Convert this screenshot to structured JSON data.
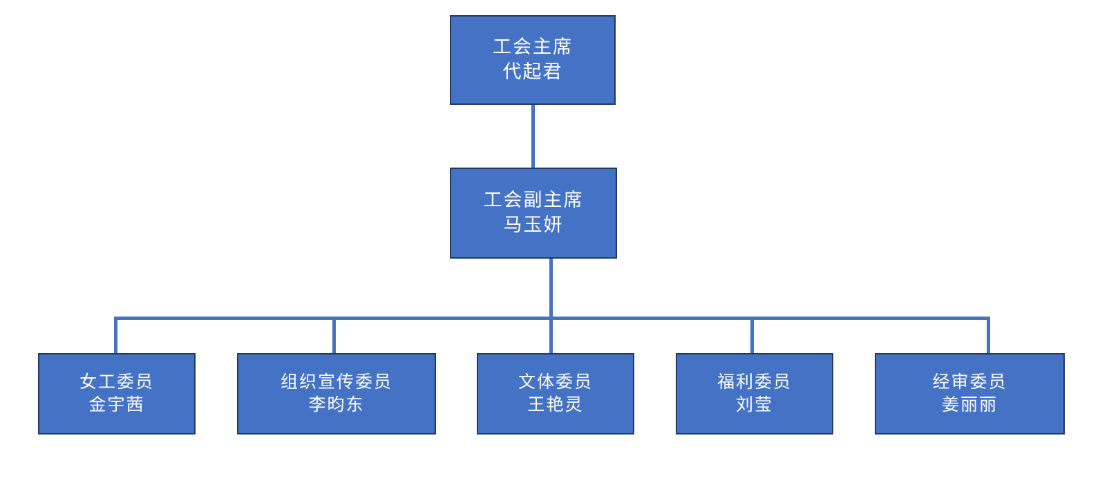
{
  "chart_data": {
    "type": "diagram",
    "diagram_type": "organizational-chart",
    "title": "",
    "orientation": "top-down",
    "colors": {
      "node_fill": "#4472C4",
      "node_border": "#1F3864",
      "node_text": "#FFFFFF",
      "connector": "#4472C4",
      "background": "#FFFFFF"
    },
    "levels": [
      {
        "level": 1,
        "nodes": [
          {
            "id": "chair",
            "title": "工会主席",
            "person": "代起君"
          }
        ]
      },
      {
        "level": 2,
        "nodes": [
          {
            "id": "vice-chair",
            "title": "工会副主席",
            "person": "马玉妍"
          }
        ]
      },
      {
        "level": 3,
        "nodes": [
          {
            "id": "women-workers",
            "title": "女工委员",
            "person": "金宇茜"
          },
          {
            "id": "organization-publicity",
            "title": "组织宣传委员",
            "person": "李昀东"
          },
          {
            "id": "culture-sports",
            "title": "文体委员",
            "person": "王艳灵"
          },
          {
            "id": "welfare",
            "title": "福利委员",
            "person": "刘莹"
          },
          {
            "id": "audit",
            "title": "经审委员",
            "person": "姜丽丽"
          }
        ]
      }
    ],
    "edges": [
      {
        "from": "chair",
        "to": "vice-chair"
      },
      {
        "from": "vice-chair",
        "to": "women-workers"
      },
      {
        "from": "vice-chair",
        "to": "organization-publicity"
      },
      {
        "from": "vice-chair",
        "to": "culture-sports"
      },
      {
        "from": "vice-chair",
        "to": "welfare"
      },
      {
        "from": "vice-chair",
        "to": "audit"
      }
    ]
  },
  "nodes": {
    "chair": {
      "title": "工会主席",
      "person": "代起君"
    },
    "vice_chair": {
      "title": "工会副主席",
      "person": "马玉妍"
    },
    "leaf1": {
      "title": "女工委员",
      "person": "金宇茜"
    },
    "leaf2": {
      "title": "组织宣传委员",
      "person": "李昀东"
    },
    "leaf3": {
      "title": "文体委员",
      "person": "王艳灵"
    },
    "leaf4": {
      "title": "福利委员",
      "person": "刘莹"
    },
    "leaf5": {
      "title": "经审委员",
      "person": "姜丽丽"
    }
  }
}
